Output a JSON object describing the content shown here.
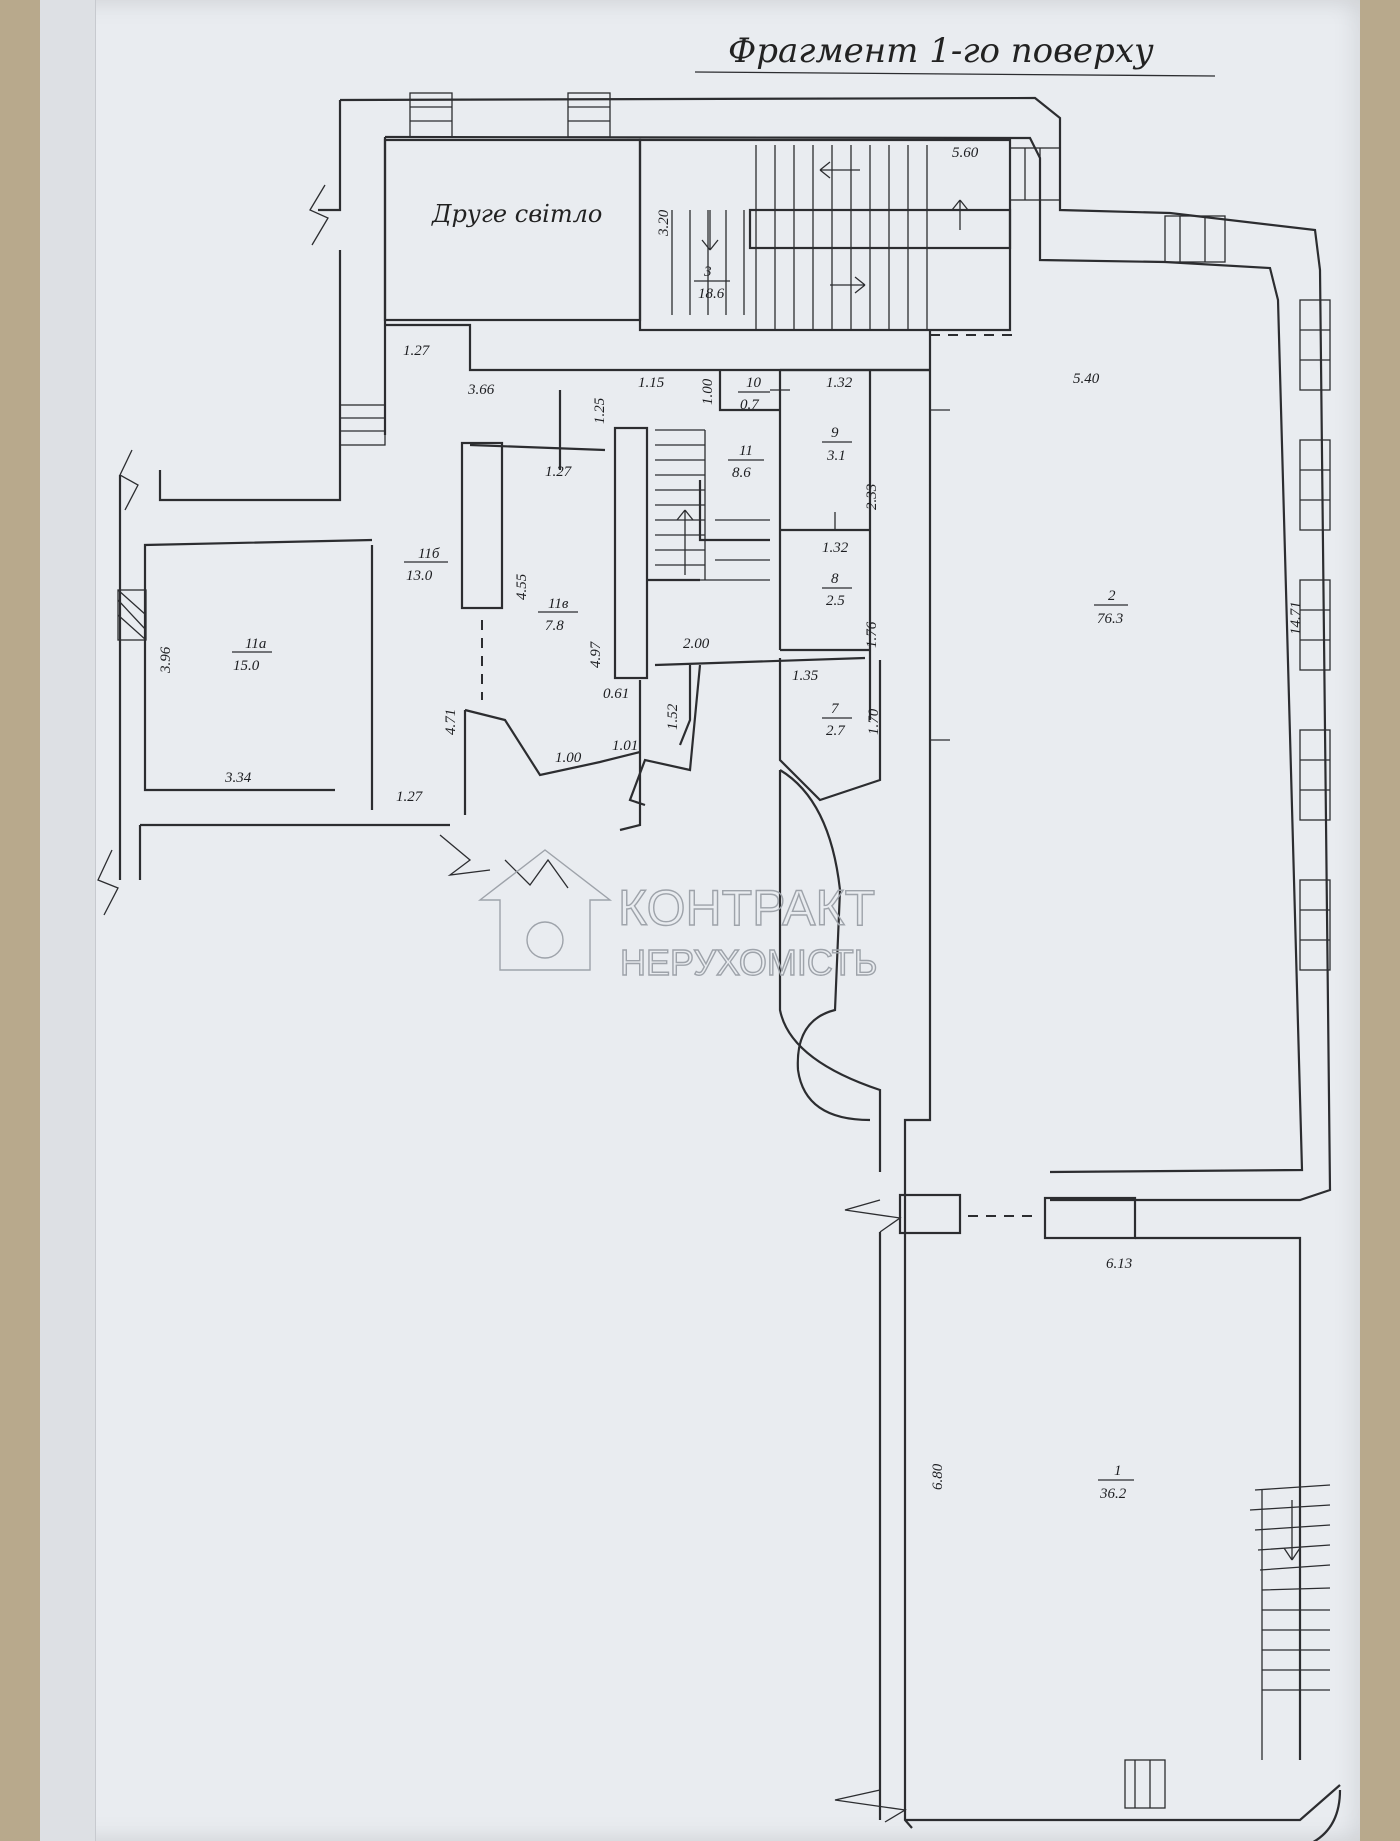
{
  "title": "Фрагмент 1-го поверху",
  "light_well_label": "Друге світло",
  "watermark": {
    "line1": "КОНТРАКТ",
    "line2": "НЕРУХОМІСТЬ"
  },
  "rooms": [
    {
      "id": "r3",
      "number": "3",
      "area": "18.6"
    },
    {
      "id": "r10",
      "number": "10",
      "area": "0.7"
    },
    {
      "id": "r9",
      "number": "9",
      "area": "3.1"
    },
    {
      "id": "r11",
      "number": "11",
      "area": "8.6"
    },
    {
      "id": "r11b",
      "number": "11б",
      "area": "13.0"
    },
    {
      "id": "r11v",
      "number": "11в",
      "area": "7.8"
    },
    {
      "id": "r11a",
      "number": "11а",
      "area": "15.0"
    },
    {
      "id": "r8",
      "number": "8",
      "area": "2.5"
    },
    {
      "id": "r7",
      "number": "7",
      "area": "2.7"
    },
    {
      "id": "r2",
      "number": "2",
      "area": "76.3"
    },
    {
      "id": "r1",
      "number": "1",
      "area": "36.2"
    }
  ],
  "dimensions": [
    "5.60",
    "3.20",
    "1.27",
    "3.66",
    "1.25",
    "1.15",
    "1.00",
    "1.32",
    "5.40",
    "1.27",
    "2.33",
    "1.32",
    "4.55",
    "4.97",
    "2.00",
    "1.76",
    "3.96",
    "0.61",
    "1.35",
    "1.52",
    "4.71",
    "1.70",
    "1.00",
    "1.01",
    "3.34",
    "1.27",
    "14.71",
    "6.13",
    "6.80"
  ]
}
